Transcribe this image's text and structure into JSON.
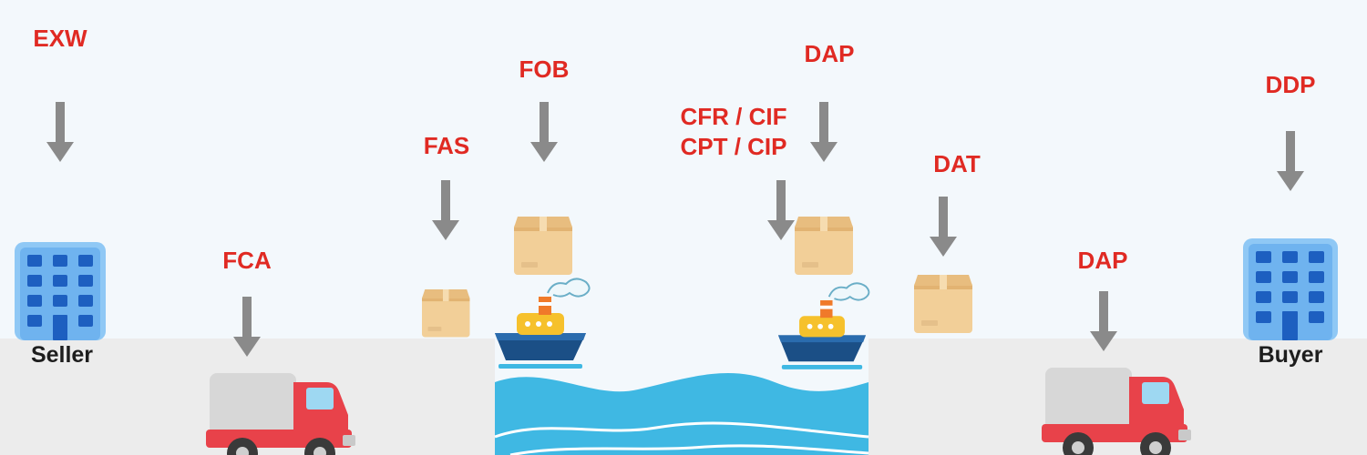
{
  "parties": {
    "seller": "Seller",
    "buyer": "Buyer"
  },
  "terms": {
    "exw": "EXW",
    "fca": "FCA",
    "fas": "FAS",
    "fob": "FOB",
    "cfr_cif": "CFR / CIF",
    "cpt_cip": "CPT / CIP",
    "dap_top": "DAP",
    "dat": "DAT",
    "dap_bottom": "DAP",
    "ddp": "DDP"
  },
  "colors": {
    "term_red": "#e02a23",
    "arrow_gray": "#8a8a8a",
    "building_blue": "#6fb3ef",
    "ground_gray": "#ececec",
    "sea_blue": "#3fb8e3",
    "truck_red": "#e8424a",
    "box_tan": "#f2cf98"
  }
}
